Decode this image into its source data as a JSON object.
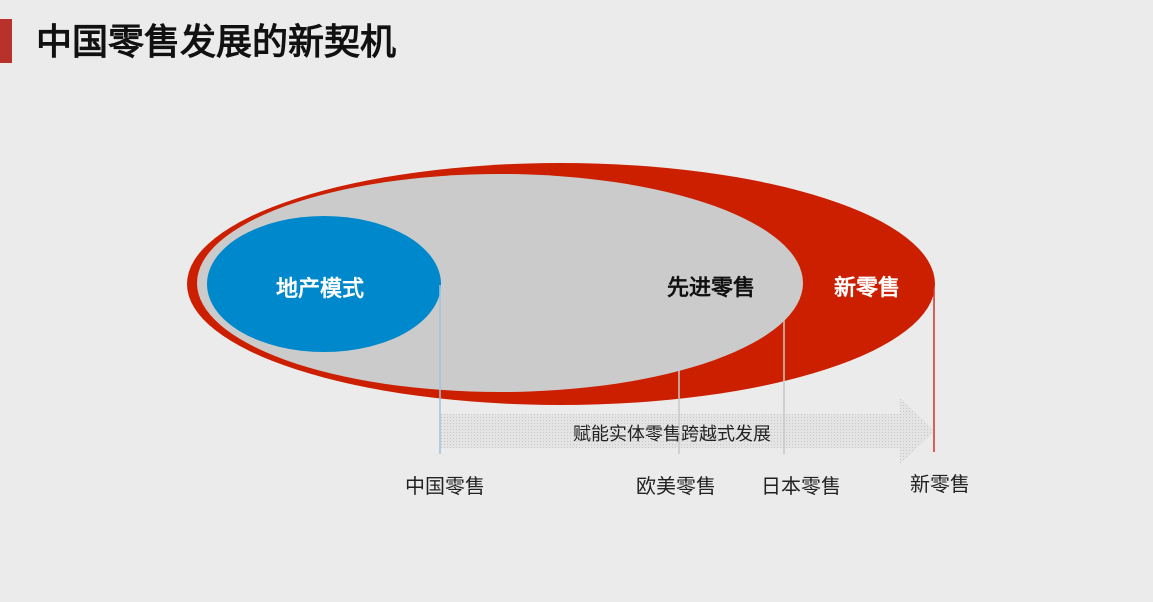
{
  "title": "中国零售发展的新契机",
  "ellipses": {
    "inner": "地产模式",
    "middle": "先进零售",
    "outer": "新零售"
  },
  "arrow_label": "赋能实体零售跨越式发展",
  "timeline": [
    "中国零售",
    "欧美零售",
    "日本零售",
    "新零售"
  ],
  "colors": {
    "accent": "#cc1f00",
    "blue": "#0088cc",
    "gray": "#cbcbcb",
    "title_bar": "#b8312a"
  }
}
